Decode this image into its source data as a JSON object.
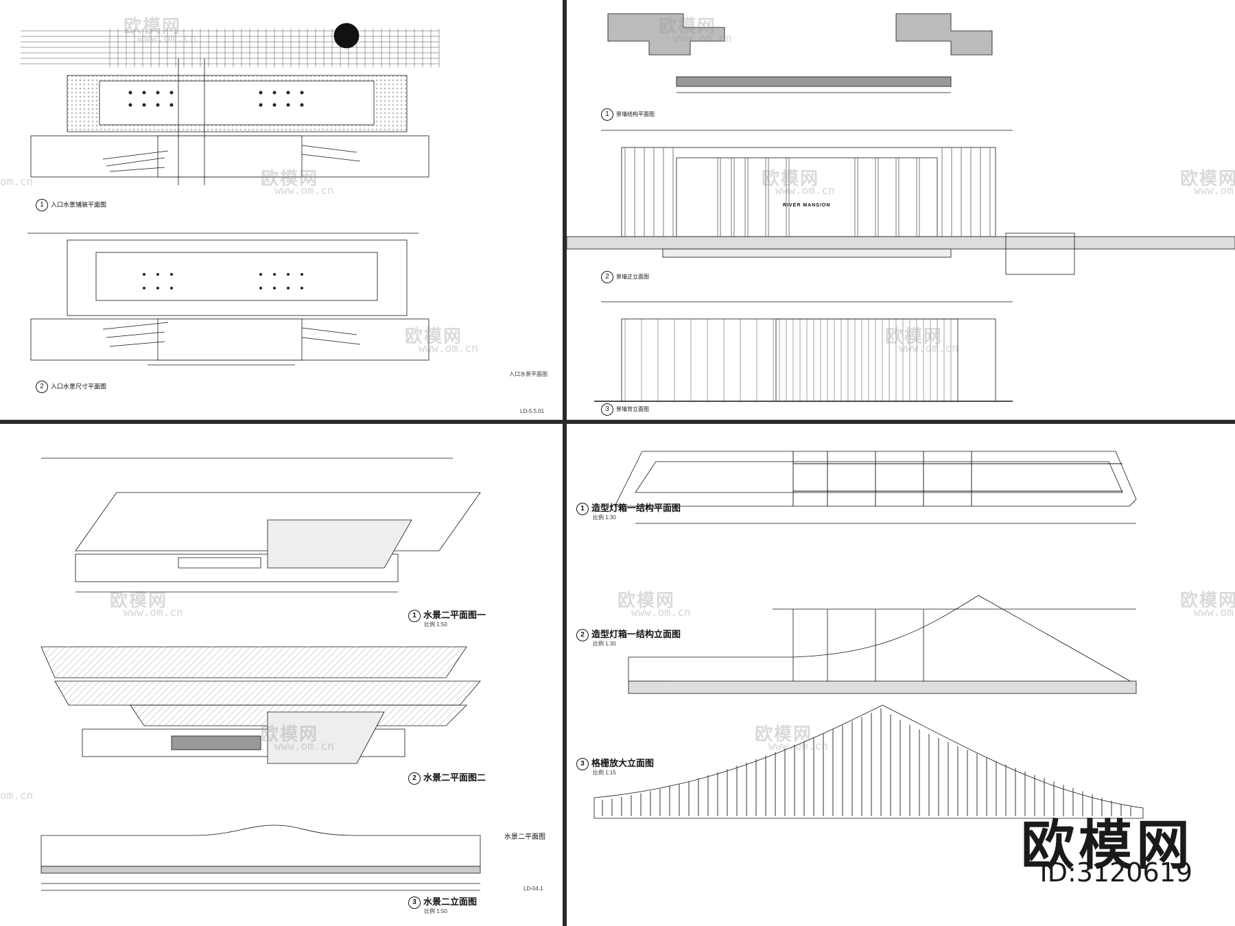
{
  "watermark": {
    "cn": "欧模网",
    "site": "www.om.cn",
    "site_short": "om.cn"
  },
  "brand": {
    "name": "欧模网",
    "id": "ID:3120619"
  },
  "panel_tl": {
    "caption1": {
      "num": "1",
      "text": "入口水景铺装平面图"
    },
    "caption2": {
      "num": "2",
      "text": "入口水景尺寸平面图"
    },
    "note": "入口水景平面图",
    "sheet_no": "LD-5.5.01"
  },
  "panel_tr": {
    "caption1": {
      "num": "1",
      "text": "景墙结构平面图"
    },
    "caption2": {
      "num": "2",
      "text": "景墙正立面图"
    },
    "caption3": {
      "num": "3",
      "text": "景墙背立面图"
    },
    "sign_text": "RIVER MANSION"
  },
  "panel_bl": {
    "caption1": {
      "num": "1",
      "text": "水景二平面图一",
      "scale": "比例 1:50"
    },
    "caption2": {
      "num": "2",
      "text": "水景二平面图二"
    },
    "caption3": {
      "num": "3",
      "text": "水景二立面图",
      "scale": "比例 1:50"
    },
    "side_note": "水景二平面图",
    "sheet_no": "LD-04.1"
  },
  "panel_br": {
    "caption1": {
      "num": "1",
      "text": "造型灯箱一结构平面图",
      "scale": "比例 1:30"
    },
    "caption2": {
      "num": "2",
      "text": "造型灯箱一结构立面图",
      "scale": "比例 1:30"
    },
    "caption3": {
      "num": "3",
      "text": "格栅放大立面图",
      "scale": "比例 1:15"
    }
  }
}
